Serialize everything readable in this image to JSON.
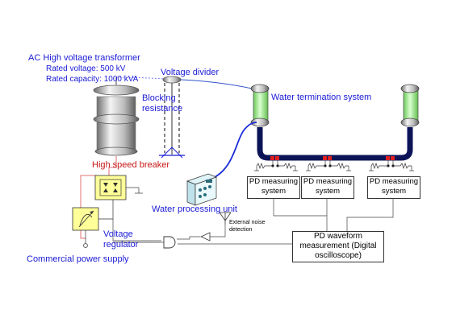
{
  "transformer": {
    "title": "AC High voltage transformer",
    "rated_voltage": "Rated voltage: 500 kV",
    "rated_capacity": "Rated capacity: 1000 kVA"
  },
  "voltage_divider": "Voltage divider",
  "blocking_resistance": "Blocking resistance",
  "water_termination": "Water termination system",
  "high_speed_breaker": "High speed breaker",
  "water_processing": "Water processing unit",
  "voltage_regulator": "Voltage regulator",
  "commercial_power": "Commercial power supply",
  "external_noise": "External noise detection",
  "pd_measuring": [
    "PD measuring system",
    "PD measuring system",
    "PD measuring system"
  ],
  "pd_waveform": "PD waveform measurement (Digital oscilloscope)",
  "colors": {
    "label_blue": "#1a1ad6",
    "breaker_red": "#c81414",
    "cable_navy": "#0c1457",
    "termination_green": "#9fef8a",
    "breaker_yellow": "#ffff99"
  }
}
